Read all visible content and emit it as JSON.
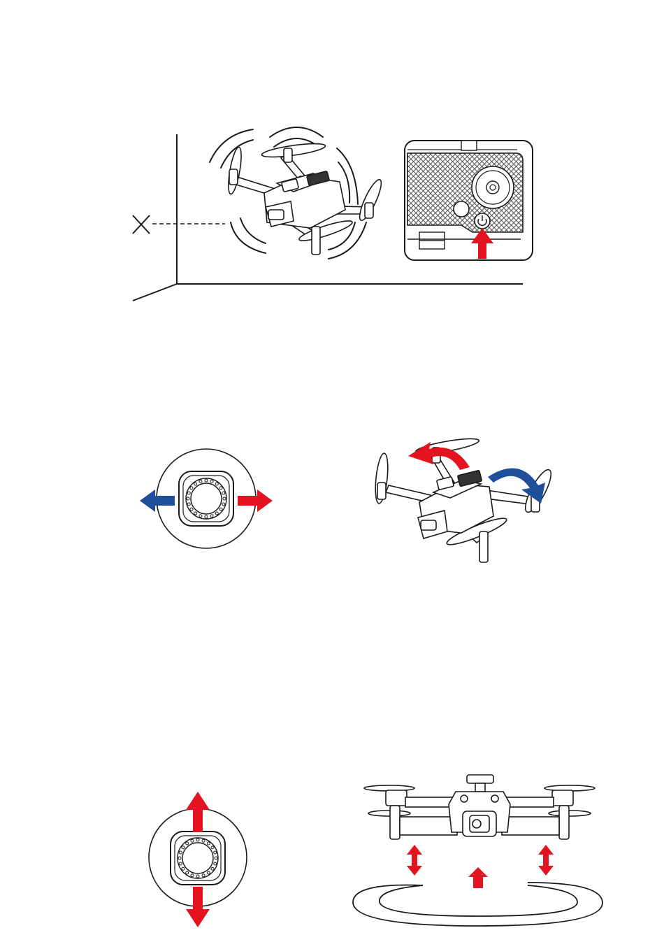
{
  "colors": {
    "line": "#1a1a1a",
    "red": "#e3141f",
    "blue": "#1f4e9b",
    "grille": "#555555"
  },
  "icons": {
    "no_obstacle": "x-mark-icon",
    "power": "power-icon"
  },
  "figures": [
    {
      "id": "startup-near-wall",
      "elements": [
        "wall-corner",
        "drone-vibrating",
        "remote-power-button",
        "press-arrow"
      ]
    },
    {
      "id": "yaw-rotation",
      "elements": [
        "joystick-left-right",
        "drone-rotating"
      ]
    },
    {
      "id": "altitude-control",
      "elements": [
        "joystick-up-down",
        "drone-front-view",
        "ground-ellipse"
      ]
    }
  ]
}
